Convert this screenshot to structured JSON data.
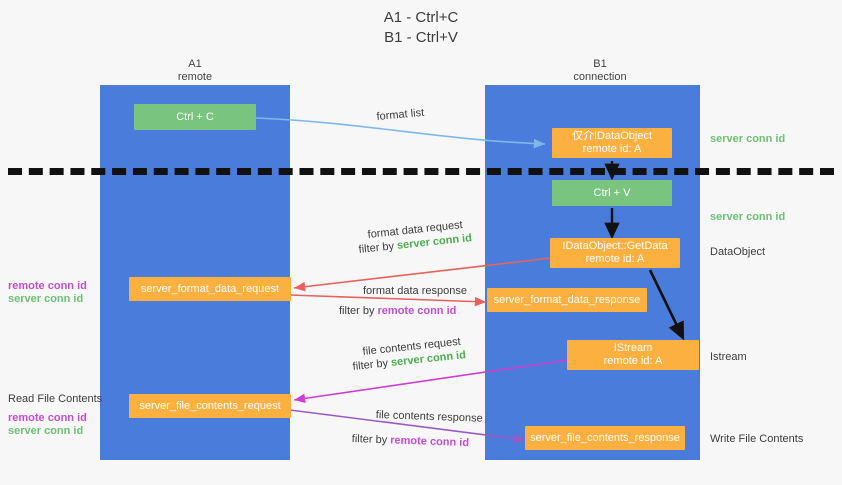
{
  "title": {
    "line1": "A1 - Ctrl+C",
    "line2": "B1 - Ctrl+V"
  },
  "lanes": [
    {
      "name": "A1",
      "sub": "remote"
    },
    {
      "name": "B1",
      "sub": "connection"
    }
  ],
  "boxes": {
    "ctrl_c": {
      "label": "Ctrl + C"
    },
    "idataobject": {
      "line1": "仅介IDataObject",
      "line2": "remote id: A"
    },
    "ctrl_v": {
      "label": "Ctrl + V"
    },
    "getdata": {
      "line1": "IDataObject::GetData",
      "line2": "remote id: A"
    },
    "istream": {
      "line1": "IStream",
      "line2": "remote id: A"
    },
    "server_format_data_request": {
      "label": "server_format_data_request"
    },
    "server_format_data_response": {
      "label": "server_format_data_response"
    },
    "server_file_contents_request": {
      "label": "server_file_contents_request"
    },
    "server_file_contents_response": {
      "label": "server_file_contents_response"
    }
  },
  "edge_labels": {
    "format_list": "format list",
    "format_data_request": "format data request",
    "format_data_request_filter_pre": "filter by ",
    "format_data_request_filter_key": "server conn id",
    "format_data_response": "format data response",
    "format_data_response_filter_pre": "filter by ",
    "format_data_response_filter_key": "remote conn id",
    "file_contents_request": "file contents request",
    "file_contents_request_filter_pre": "filter by ",
    "file_contents_request_filter_key": "server conn id",
    "file_contents_response": "file contents response",
    "file_contents_response_filter_pre": "filter by ",
    "file_contents_response_filter_key": "remote conn id"
  },
  "side_labels": {
    "right_server_conn_id_1": "server conn id",
    "right_server_conn_id_2": "server conn id",
    "right_dataobject": "DataObject",
    "right_istream": "Istream",
    "right_write_file_contents": "Write File Contents",
    "left_remote_conn_id_1": "remote conn id",
    "left_server_conn_id_1": "server conn id",
    "left_read_file_contents": "Read File Contents",
    "left_remote_conn_id_2": "remote conn id",
    "left_server_conn_id_2": "server conn id"
  },
  "colors": {
    "lane": "#4a7ddb",
    "green_box": "#79c47e",
    "orange_box": "#fbb040",
    "green_text": "#4caf50",
    "purple_text": "#c24fd0",
    "arrow_blue": "#7fb8e8",
    "arrow_red": "#e8615c",
    "arrow_magenta": "#cc3fd0",
    "arrow_purple": "#9b59c7",
    "arrow_black": "#111111"
  }
}
